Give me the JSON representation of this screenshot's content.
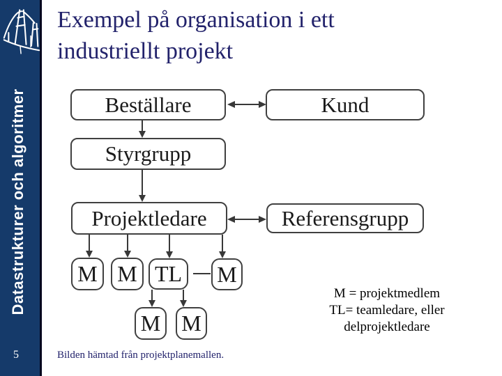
{
  "title": {
    "line1": "Exempel på organisation i ett",
    "line2": "industriellt projekt"
  },
  "sidebar": {
    "course_name": "Datastrukturer och algoritmer",
    "page_number": "5",
    "logo_icon": "bridge-logo-icon"
  },
  "footer": {
    "note": "Bilden hämtad från projektplanemallen."
  },
  "org_chart": {
    "boxes": {
      "bestallare": "Beställare",
      "kund": "Kund",
      "styrgrupp": "Styrgrupp",
      "projektledare": "Projektledare",
      "referensgrupp": "Referensgrupp",
      "m1": "M",
      "m2": "M",
      "tl": "TL",
      "m3": "M",
      "m4": "M",
      "m5": "M"
    },
    "legend": {
      "line1": "M = projektmedlem",
      "line2": "TL= teamledare, eller",
      "line3": "delprojektledare"
    }
  },
  "colors": {
    "sidebar_navy": "#153a6a",
    "title_navy": "#22226b",
    "box_border": "#404040",
    "arrow": "#383838",
    "sidebar_text": "#ffffff"
  }
}
